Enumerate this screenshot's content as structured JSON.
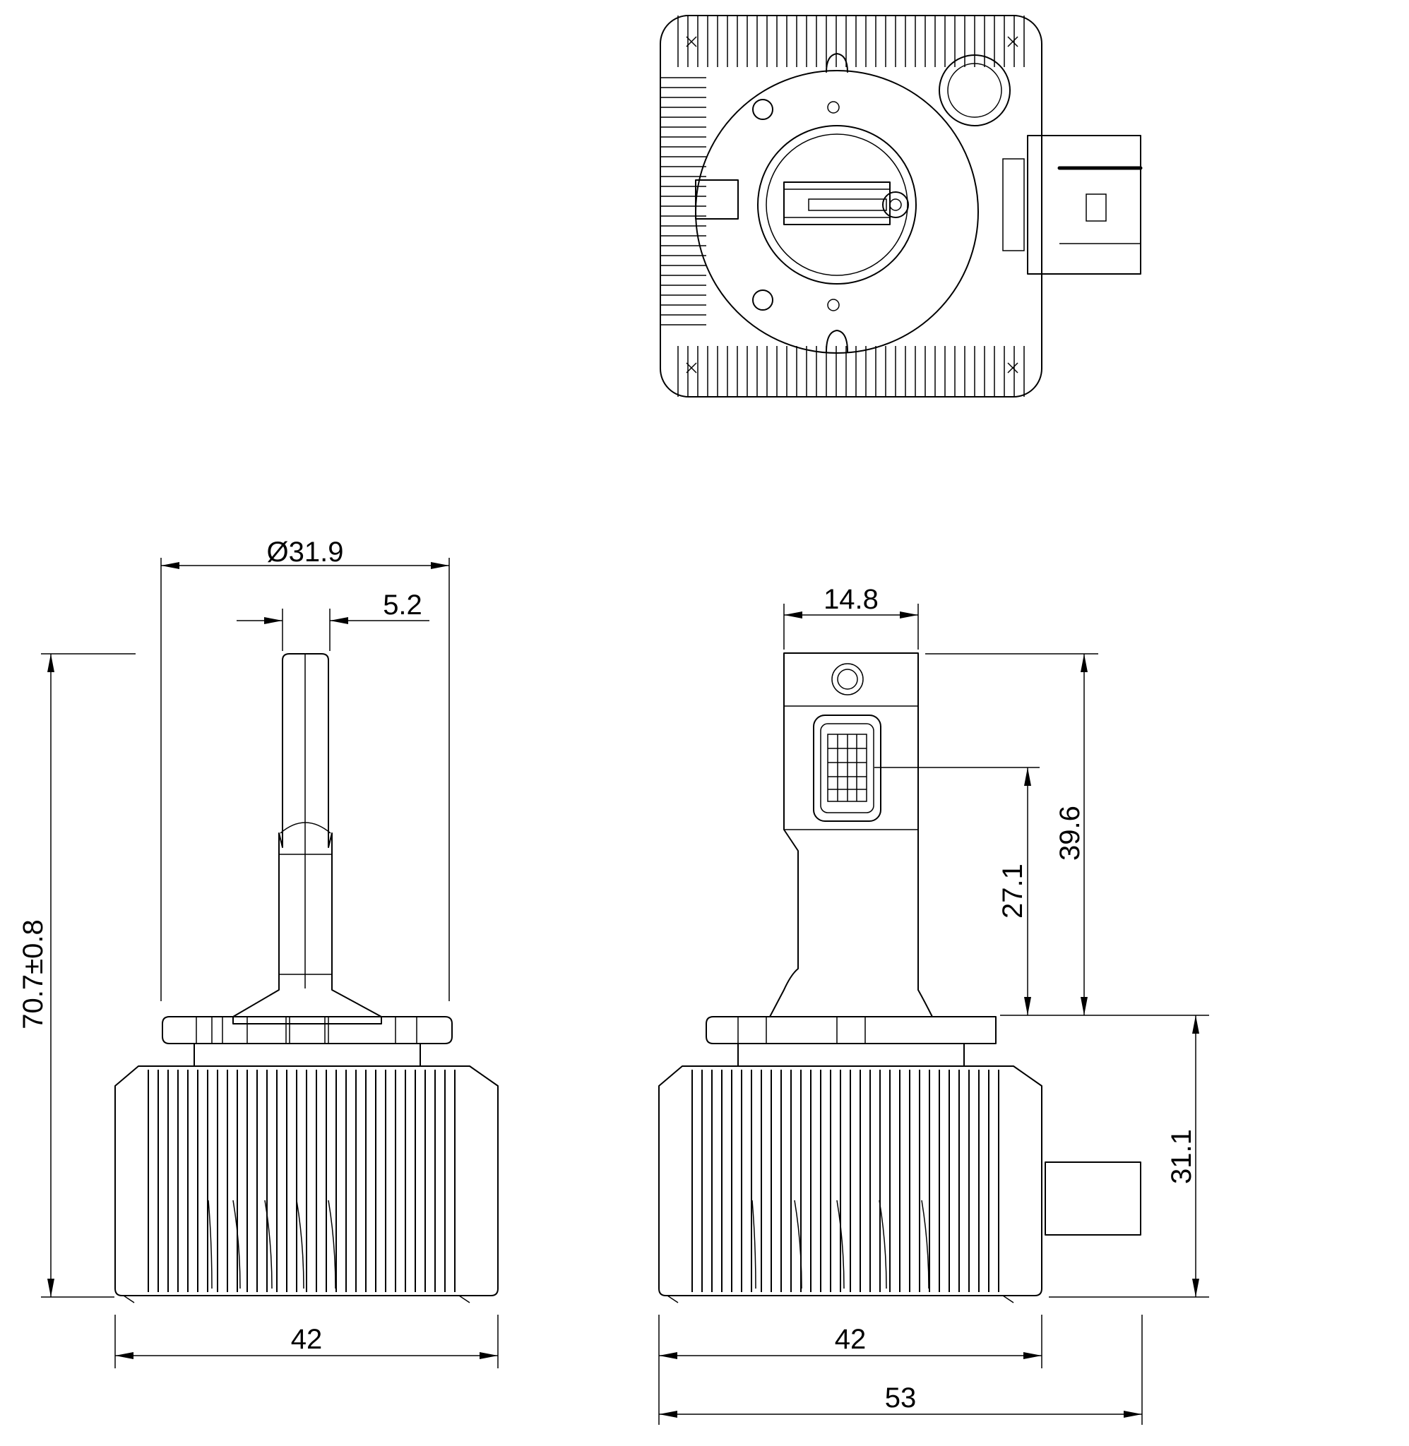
{
  "dimensions": {
    "bulb_diameter": "Ø31.9",
    "burner_width": "5.2",
    "overall_height": "70.7±0.8",
    "base_width_side": "42",
    "stem_width": "14.8",
    "stem_height": "39.6",
    "connector_height": "27.1",
    "base_height": "31.1",
    "base_width_front": "42",
    "overall_width": "53"
  },
  "colors": {
    "line": "#000000",
    "background": "#ffffff"
  }
}
